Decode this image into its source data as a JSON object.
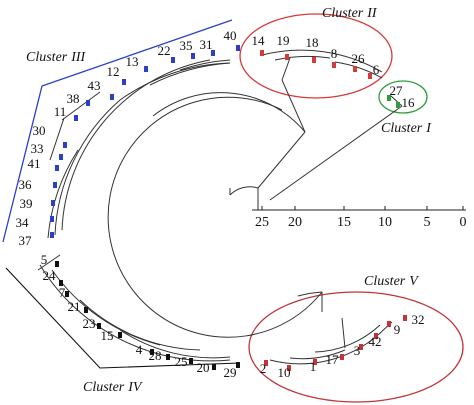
{
  "clusters": {
    "c1": {
      "word": "Cluster",
      "roman": "I",
      "color": "#2e9e3a"
    },
    "c2": {
      "word": "Cluster",
      "roman": "II",
      "color": "#d83a3a"
    },
    "c3": {
      "word": "Cluster",
      "roman": "III",
      "color": "#2c3fc7"
    },
    "c4": {
      "word": "Cluster",
      "roman": "IV",
      "color": "#111111"
    },
    "c5": {
      "word": "Cluster",
      "roman": "V",
      "color": "#c0343a"
    }
  },
  "scale": {
    "ticks": [
      "25",
      "20",
      "15",
      "10",
      "5",
      "0"
    ]
  },
  "leaves": [
    {
      "label": "27",
      "color": "#2e9e3a"
    },
    {
      "label": "16",
      "color": "#2e9e3a"
    },
    {
      "label": "14",
      "color": "#d83a3a"
    },
    {
      "label": "19",
      "color": "#d83a3a"
    },
    {
      "label": "18",
      "color": "#d83a3a"
    },
    {
      "label": "8",
      "color": "#d83a3a"
    },
    {
      "label": "26",
      "color": "#d83a3a"
    },
    {
      "label": "6",
      "color": "#d83a3a"
    },
    {
      "label": "40",
      "color": "#2c3fc7"
    },
    {
      "label": "31",
      "color": "#2c3fc7"
    },
    {
      "label": "35",
      "color": "#2c3fc7"
    },
    {
      "label": "22",
      "color": "#2c3fc7"
    },
    {
      "label": "13",
      "color": "#2c3fc7"
    },
    {
      "label": "12",
      "color": "#2c3fc7"
    },
    {
      "label": "43",
      "color": "#2c3fc7"
    },
    {
      "label": "38",
      "color": "#2c3fc7"
    },
    {
      "label": "11",
      "color": "#2c3fc7"
    },
    {
      "label": "30",
      "color": "#2c3fc7"
    },
    {
      "label": "33",
      "color": "#2c3fc7"
    },
    {
      "label": "41",
      "color": "#2c3fc7"
    },
    {
      "label": "36",
      "color": "#2c3fc7"
    },
    {
      "label": "39",
      "color": "#2c3fc7"
    },
    {
      "label": "34",
      "color": "#2c3fc7"
    },
    {
      "label": "37",
      "color": "#2c3fc7"
    },
    {
      "label": "5",
      "color": "#111111"
    },
    {
      "label": "24",
      "color": "#111111"
    },
    {
      "label": "7",
      "color": "#111111"
    },
    {
      "label": "21",
      "color": "#111111"
    },
    {
      "label": "23",
      "color": "#111111"
    },
    {
      "label": "15",
      "color": "#111111"
    },
    {
      "label": "4",
      "color": "#111111"
    },
    {
      "label": "28",
      "color": "#111111"
    },
    {
      "label": "25",
      "color": "#111111"
    },
    {
      "label": "20",
      "color": "#111111"
    },
    {
      "label": "29",
      "color": "#111111"
    },
    {
      "label": "2",
      "color": "#c0343a"
    },
    {
      "label": "10",
      "color": "#c0343a"
    },
    {
      "label": "1",
      "color": "#c0343a"
    },
    {
      "label": "17",
      "color": "#c0343a"
    },
    {
      "label": "3",
      "color": "#c0343a"
    },
    {
      "label": "42",
      "color": "#c0343a"
    },
    {
      "label": "9",
      "color": "#c0343a"
    },
    {
      "label": "32",
      "color": "#c0343a"
    }
  ]
}
